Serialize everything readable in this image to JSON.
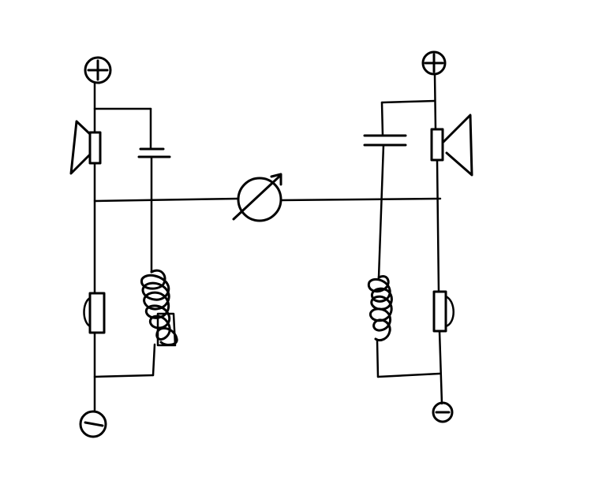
{
  "diagram": {
    "type": "hand-drawn circuit schematic",
    "stroke_color": "#000000",
    "background_color": "#ffffff",
    "left_branch": {
      "terminals": [
        "plus-terminal",
        "minus-terminal"
      ],
      "components": [
        "loudspeaker",
        "resistor",
        "capacitor",
        "inductor-coil",
        "resistor-with-arc"
      ]
    },
    "center": {
      "component": "variable-meter"
    },
    "right_branch": {
      "terminals": [
        "plus-terminal",
        "minus-terminal"
      ],
      "components": [
        "loudspeaker",
        "resistor",
        "capacitor",
        "inductor-coil",
        "resistor-with-arc"
      ]
    }
  }
}
